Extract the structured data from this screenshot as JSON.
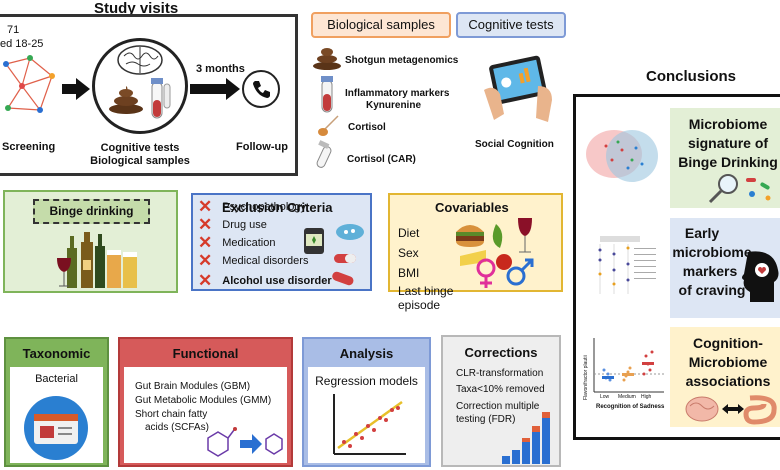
{
  "study": {
    "title": "Study visits",
    "n_line": "71",
    "age_line": "ed 18-25",
    "screening": "Screening",
    "visit_line1": "Cognitive tests",
    "visit_line2": "Biological samples",
    "interval": "3 months",
    "followup": "Follow-up"
  },
  "samples": {
    "header_bio": "Biological samples",
    "header_cog": "Cognitive tests",
    "items": [
      "Shotgun metagenomics",
      "Inflammatory markers",
      "Kynurenine",
      "Cortisol",
      "Cortisol (CAR)"
    ],
    "cognition": "Social Cognition"
  },
  "binge": {
    "label": "Binge drinking"
  },
  "exclusion": {
    "title": "Exclusion Criteria",
    "items": [
      "Psychopathology",
      "Drug use",
      "Medication",
      "Medical disorders",
      "Alcohol use disorder"
    ]
  },
  "covariables": {
    "title": "Covariables",
    "items": [
      "Diet",
      "Sex",
      "BMI",
      "Last binge",
      "episode"
    ]
  },
  "taxonomic": {
    "title": "Taxonomic",
    "body": "Bacterial"
  },
  "functional": {
    "title": "Functional",
    "items": [
      "Gut Brain Modules (GBM)",
      "Gut Metabolic Modules (GMM)",
      "Short chain fatty",
      "acids (SCFAs)"
    ]
  },
  "analysis": {
    "title": "Analysis",
    "body": "Regression models"
  },
  "corrections": {
    "title": "Corrections",
    "items": [
      "CLR-transformation",
      "Taxa<10% removed",
      "Correction multiple",
      "testing (FDR)"
    ]
  },
  "conclusions": {
    "title": "Conclusions",
    "c1": [
      "Microbiome",
      "signature of",
      "Binge Drinking"
    ],
    "c2": [
      "Early",
      "microbiome",
      "markers",
      "of craving"
    ],
    "c3": [
      "Cognition-",
      "Microbiome",
      "associations"
    ],
    "mini_xlabel": "Recognition of Sadness",
    "mini_ylabel": "Flavonifractor plautii",
    "mini_categories": [
      "Low",
      "Medium",
      "High"
    ]
  },
  "colors": {
    "green_fill": "#e3efd6",
    "green_border": "#7fb45a",
    "blue_fill": "#dde6f4",
    "blue_border": "#4a74c6",
    "yellow_fill": "#fff2cc",
    "yellow_border": "#e2b632",
    "red_fill": "#f6dcdc",
    "red_border": "#cc4a4a",
    "gray_fill": "#eeeeee",
    "gray_border": "#b8b8b8",
    "orange_border": "#f0a060"
  }
}
